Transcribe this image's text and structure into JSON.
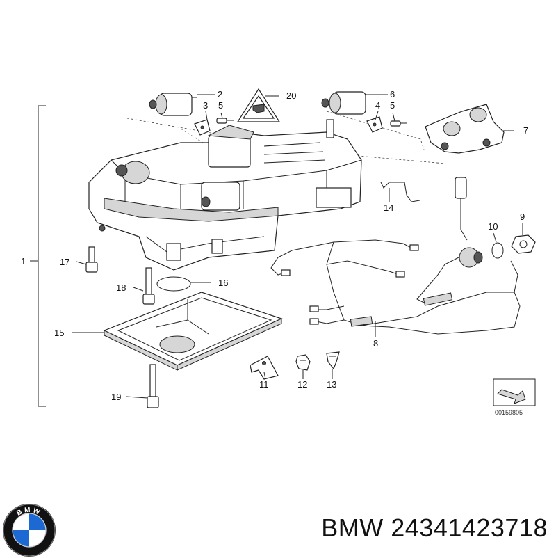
{
  "diagram": {
    "callouts": {
      "c1": "1",
      "c2": "2",
      "c3": "3",
      "c4": "4",
      "c5a": "5",
      "c5b": "5",
      "c6": "6",
      "c7": "7",
      "c8": "8",
      "c9": "9",
      "c10": "10",
      "c11": "11",
      "c12": "12",
      "c13": "13",
      "c14": "14",
      "c15": "15",
      "c16": "16",
      "c17": "17",
      "c18": "18",
      "c19": "19",
      "c20": "20"
    },
    "reference_number": "00159805"
  },
  "footer": {
    "logo_text": "BMW",
    "part_title": "BMW 24341423718"
  },
  "colors": {
    "logo_blue": "#1c69d4",
    "logo_ring": "#111111",
    "line": "#222222"
  }
}
